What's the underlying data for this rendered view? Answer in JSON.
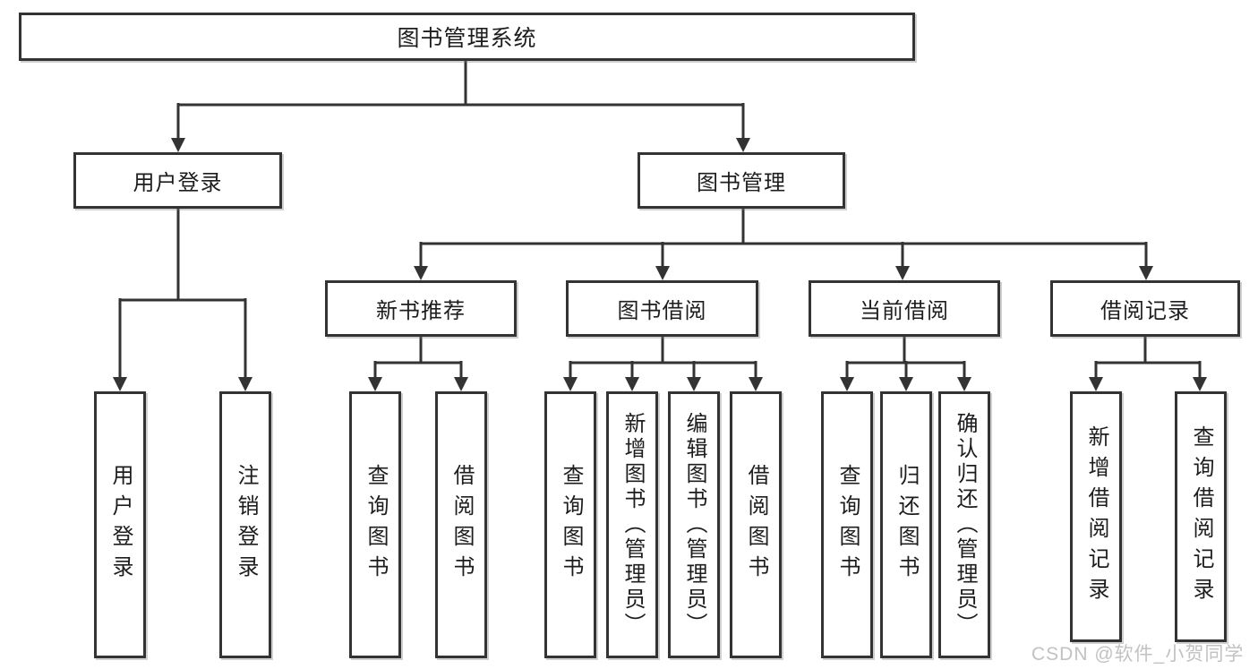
{
  "diagram": {
    "root": {
      "label": "图书管理系统"
    },
    "level2": [
      {
        "label": "用户登录"
      },
      {
        "label": "图书管理"
      }
    ],
    "level3": [
      {
        "label": "新书推荐",
        "parent": "图书管理"
      },
      {
        "label": "图书借阅",
        "parent": "图书管理"
      },
      {
        "label": "当前借阅",
        "parent": "图书管理"
      },
      {
        "label": "借阅记录",
        "parent": "图书管理"
      }
    ],
    "leaves": [
      {
        "label": "用户登录",
        "parent": "用户登录"
      },
      {
        "label": "注销登录",
        "parent": "用户登录"
      },
      {
        "label": "查询图书",
        "parent": "新书推荐"
      },
      {
        "label": "借阅图书",
        "parent": "新书推荐"
      },
      {
        "label": "查询图书",
        "parent": "图书借阅"
      },
      {
        "label": "新增图书（管理员）",
        "parent": "图书借阅"
      },
      {
        "label": "编辑图书（管理员）",
        "parent": "图书借阅"
      },
      {
        "label": "借阅图书",
        "parent": "图书借阅"
      },
      {
        "label": "查询图书",
        "parent": "当前借阅"
      },
      {
        "label": "归还图书",
        "parent": "当前借阅"
      },
      {
        "label": "确认归还（管理员）",
        "parent": "当前借阅"
      },
      {
        "label": "新增借阅记录",
        "parent": "借阅记录"
      },
      {
        "label": "查询借阅记录",
        "parent": "借阅记录"
      }
    ]
  },
  "watermark": {
    "text": "CSDN @软件_小贺同学"
  },
  "colors": {
    "line": "#333333",
    "border": "#333333",
    "text": "#1d1d1f",
    "background": "#ffffff",
    "watermark": "#c2c2c2"
  }
}
